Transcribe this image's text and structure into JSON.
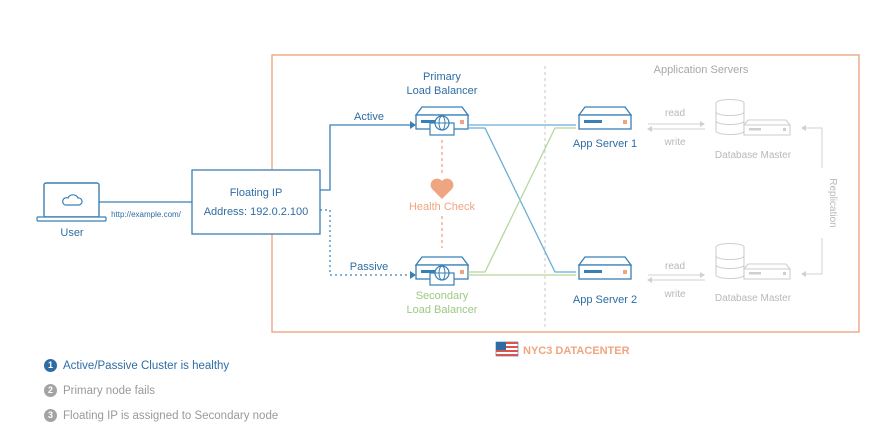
{
  "colors": {
    "blue": "#3a7fb4",
    "blue_light": "#6aaed6",
    "green": "#b5d79c",
    "orange": "#f0a582",
    "gray": "#c9c9c9",
    "gray_text": "#a8a8a8"
  },
  "user": {
    "label": "User",
    "url": "http://example.com/",
    "icon": "laptop-cloud-icon"
  },
  "floating_ip": {
    "title": "Floating IP",
    "address": "Address: 192.0.2.100"
  },
  "links": {
    "active": "Active",
    "passive": "Passive"
  },
  "primary_lb": {
    "line1": "Primary",
    "line2": "Load Balancer",
    "icon": "server-globe-icon"
  },
  "secondary_lb": {
    "line1": "Secondary",
    "line2": "Load Balancer",
    "icon": "server-globe-icon"
  },
  "health_check": {
    "label": "Health Check",
    "icon": "heart-icon"
  },
  "app_servers": {
    "header": "Application Servers",
    "server1": "App Server 1",
    "server2": "App Server 2"
  },
  "db": {
    "master1": "Database Master",
    "master2": "Database Master",
    "read": "read",
    "write": "write",
    "replication": "Replication"
  },
  "datacenter": {
    "label": "NYC3 DATACENTER",
    "icon": "us-flag-icon"
  },
  "steps": [
    {
      "num": "1",
      "text": "Active/Passive Cluster is healthy",
      "active": true
    },
    {
      "num": "2",
      "text": "Primary node fails",
      "active": false
    },
    {
      "num": "3",
      "text": "Floating IP is assigned to Secondary node",
      "active": false
    }
  ]
}
